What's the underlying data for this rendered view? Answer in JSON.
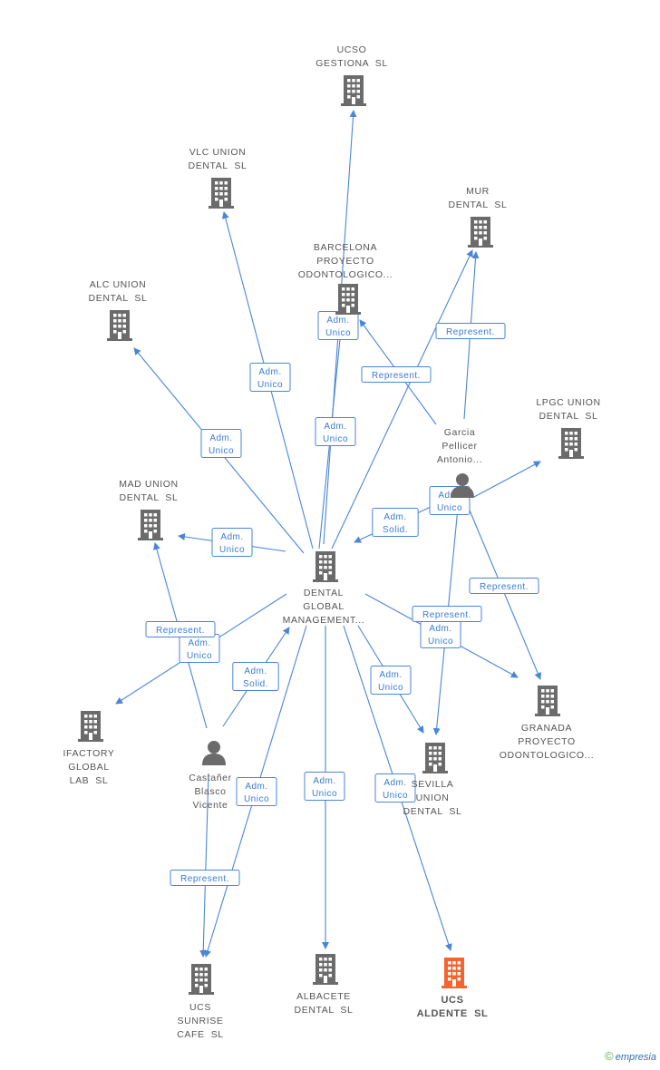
{
  "colors": {
    "edge": "#4a86d6",
    "company": "#6b6b6b",
    "highlight": "#f26430",
    "person": "#6b6b6b",
    "label_box_border": "#4a86d6"
  },
  "nodes": [
    {
      "id": "ucso",
      "type": "company",
      "lines": [
        "UCSO",
        "GESTIONA  SL"
      ]
    },
    {
      "id": "vlc",
      "type": "company",
      "lines": [
        "VLC UNION",
        "DENTAL  SL"
      ]
    },
    {
      "id": "barcelona",
      "type": "company",
      "lines": [
        "BARCELONA",
        "PROYECTO",
        "ODONTOLOGICO..."
      ]
    },
    {
      "id": "mur",
      "type": "company",
      "lines": [
        "MUR",
        "DENTAL  SL"
      ]
    },
    {
      "id": "alc",
      "type": "company",
      "lines": [
        "ALC UNION",
        "DENTAL  SL"
      ]
    },
    {
      "id": "lpgc",
      "type": "company",
      "lines": [
        "LPGC UNION",
        "DENTAL  SL"
      ]
    },
    {
      "id": "garcia",
      "type": "person",
      "lines": [
        "Garcia",
        "Pellicer",
        "Antonio..."
      ]
    },
    {
      "id": "mad",
      "type": "company",
      "lines": [
        "MAD UNION",
        "DENTAL  SL"
      ]
    },
    {
      "id": "dental",
      "type": "company",
      "lines": [
        "DENTAL",
        "GLOBAL",
        "MANAGEMENT..."
      ]
    },
    {
      "id": "ifactory",
      "type": "company",
      "lines": [
        "IFACTORY",
        "GLOBAL",
        "LAB  SL"
      ]
    },
    {
      "id": "castaner",
      "type": "person",
      "lines": [
        "Castañer",
        "Blasco",
        "Vicente"
      ]
    },
    {
      "id": "granada",
      "type": "company",
      "lines": [
        "GRANADA",
        "PROYECTO",
        "ODONTOLOGICO..."
      ]
    },
    {
      "id": "sevilla",
      "type": "company",
      "lines": [
        "SEVILLA",
        "UNION",
        "DENTAL  SL"
      ]
    },
    {
      "id": "ucs_sunrise",
      "type": "company",
      "lines": [
        "UCS",
        "SUNRISE",
        "CAFE  SL"
      ]
    },
    {
      "id": "albacete",
      "type": "company",
      "lines": [
        "ALBACETE",
        "DENTAL  SL"
      ]
    },
    {
      "id": "ucs_aldente",
      "type": "company",
      "highlight": true,
      "lines": [
        "UCS",
        "ALDENTE  SL"
      ]
    }
  ],
  "edges": [
    {
      "from": "dental",
      "to": "ucso",
      "label": [
        "Adm.",
        "Unico"
      ]
    },
    {
      "from": "dental",
      "to": "vlc",
      "label": [
        "Adm.",
        "Unico"
      ]
    },
    {
      "from": "dental",
      "to": "barcelona",
      "label": [
        "Adm.",
        "Unico"
      ]
    },
    {
      "from": "dental",
      "to": "mur",
      "label": []
    },
    {
      "from": "dental",
      "to": "alc",
      "label": [
        "Adm.",
        "Unico"
      ]
    },
    {
      "from": "dental",
      "to": "mad",
      "label": [
        "Adm.",
        "Unico"
      ]
    },
    {
      "from": "dental",
      "to": "ifactory",
      "label": [
        "Adm.",
        "Unico"
      ]
    },
    {
      "from": "dental",
      "to": "granada",
      "label": [
        "Adm.",
        "Unico"
      ]
    },
    {
      "from": "dental",
      "to": "sevilla",
      "label": [
        "Adm.",
        "Unico"
      ]
    },
    {
      "from": "dental",
      "to": "ucs_sunrise",
      "label": [
        "Adm.",
        "Unico"
      ]
    },
    {
      "from": "dental",
      "to": "albacete",
      "label": [
        "Adm.",
        "Unico"
      ]
    },
    {
      "from": "dental",
      "to": "ucs_aldente",
      "label": [
        "Adm.",
        "Unico"
      ]
    },
    {
      "from": "garcia",
      "to": "barcelona",
      "label": [
        "Represent."
      ]
    },
    {
      "from": "garcia",
      "to": "mur",
      "label": [
        "Represent."
      ]
    },
    {
      "from": "garcia",
      "to": "lpgc",
      "label": [
        "Adm.",
        "Unico"
      ]
    },
    {
      "from": "garcia",
      "to": "dental",
      "label": [
        "Adm.",
        "Solid."
      ]
    },
    {
      "from": "garcia",
      "to": "granada",
      "label": [
        "Represent."
      ]
    },
    {
      "from": "garcia",
      "to": "sevilla",
      "label": [
        "Represent."
      ]
    },
    {
      "from": "castaner",
      "to": "mad",
      "label": [
        "Represent."
      ]
    },
    {
      "from": "castaner",
      "to": "dental",
      "label": [
        "Adm.",
        "Solid."
      ]
    },
    {
      "from": "castaner",
      "to": "ucs_sunrise",
      "label": [
        "Represent."
      ]
    }
  ],
  "watermark": {
    "symbol": "©",
    "brand": "empresia"
  }
}
